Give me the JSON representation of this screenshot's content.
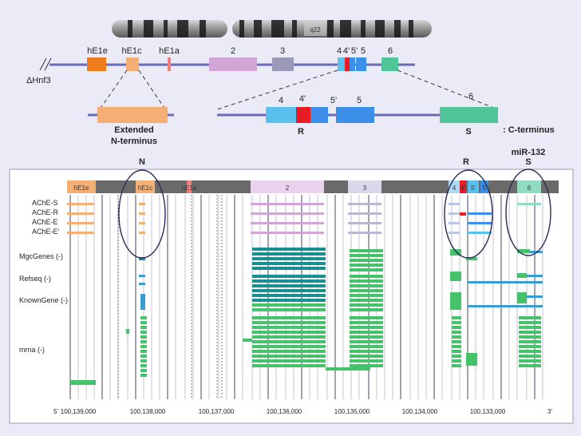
{
  "chromosome": {
    "band_label": "q22"
  },
  "gene": {
    "deletion_label": "ΔHnf3",
    "exons": [
      {
        "label": "hE1e",
        "color": "#f07d1b"
      },
      {
        "label": "hE1c",
        "color": "#f5ae73"
      },
      {
        "label": "hE1a",
        "color": "#f08080"
      },
      {
        "label": "2",
        "color": "#d1a6d6"
      },
      {
        "label": "3",
        "color": "#9a9ab8"
      },
      {
        "label": "4",
        "color": "#5cc0ef"
      },
      {
        "label": "4'",
        "color": "#e81c24"
      },
      {
        "label": "5'",
        "color": "#3b8fe8"
      },
      {
        "label": "5",
        "color": "#3b8fe8"
      },
      {
        "label": "6",
        "color": "#52c49a"
      }
    ]
  },
  "zoom": {
    "left_caption": [
      "Extended",
      "N-terminus"
    ],
    "exon_labels": [
      "4",
      "4'",
      "5'",
      "5",
      "6"
    ],
    "variant_labels": [
      "R",
      "S"
    ],
    "s_caption": ": C-terminus"
  },
  "callouts": {
    "n": "N",
    "r": "R",
    "s": "S",
    "mir": "miR-132"
  },
  "browser": {
    "exon_bar": [
      "hE1e",
      "hE1c",
      "hE1a",
      "2",
      "3",
      "4",
      "4'",
      "5'",
      "5",
      "6"
    ],
    "isoform_tracks": [
      "AChE-S",
      "AChE-R",
      "AChE-E",
      "AChE-E'"
    ],
    "annotation_tracks": [
      "MgcGenes (-)",
      "Refseq (-)",
      "KnownGene (-)",
      "mrna (-)"
    ],
    "axis": {
      "start_label": "5'",
      "ticks": [
        "100,139,000",
        "100,138,000",
        "100,137,000",
        "100,136,000",
        "100,135,000",
        "100,134,000",
        "100,133,000"
      ],
      "end_label": "3'"
    }
  },
  "colors": {
    "accent_blue": "#6666aa",
    "mgc_teal": "#1a8f8f",
    "mrna_green": "#46c26a",
    "refseq_blue": "#3a9fd0"
  }
}
